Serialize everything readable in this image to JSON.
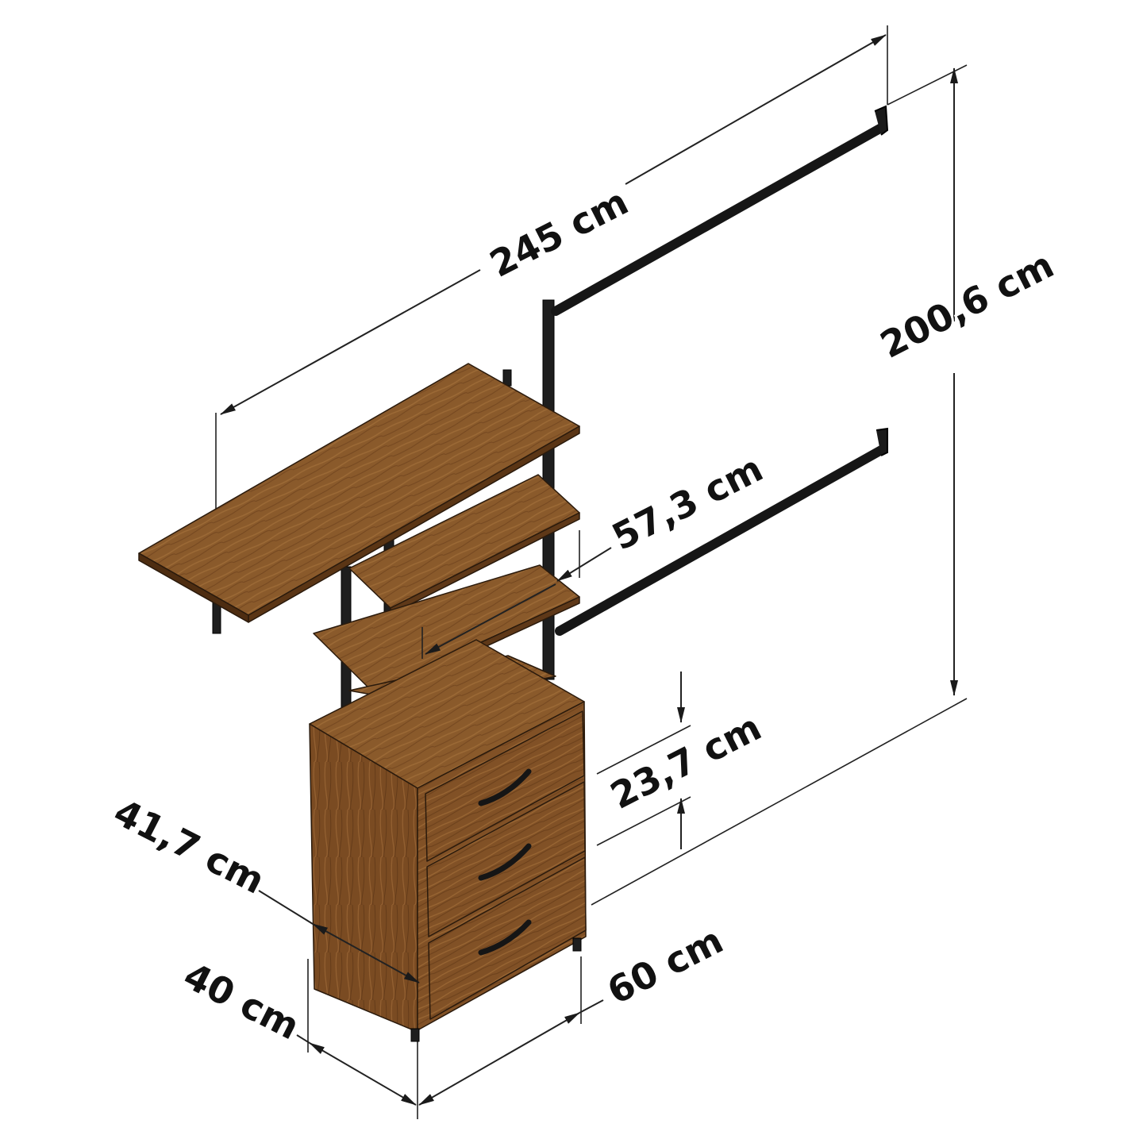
{
  "dimensions": {
    "total_width": "245 cm",
    "total_height": "200,6 cm",
    "shelf_spacing": "57,3 cm",
    "drawer_height": "23,7 cm",
    "depth_top": "41,7 cm",
    "depth_base": "40 cm",
    "cabinet_width": "60 cm"
  },
  "colors": {
    "wood_top": "#8a5a2b",
    "wood_side": "#6e4320",
    "wood_front": "#7b4d24",
    "metal": "#1a1a1a",
    "dimension_line": "#222222"
  }
}
